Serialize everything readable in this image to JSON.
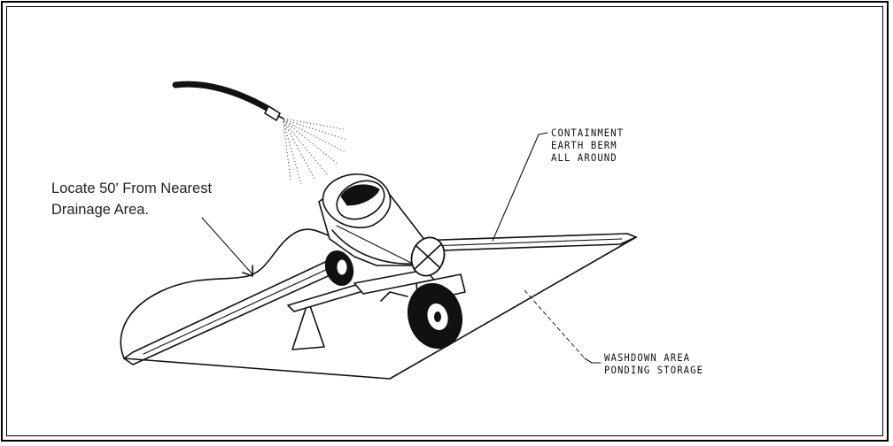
{
  "labels": {
    "drainage_note_line1": "Locate 50' From Nearest",
    "drainage_note_line2": "Drainage Area.",
    "berm_line1": "CONTAINMENT",
    "berm_line2": "EARTH BERM",
    "berm_line3": "ALL AROUND",
    "washdown_line1": "WASHDOWN AREA",
    "washdown_line2": "PONDING STORAGE"
  }
}
